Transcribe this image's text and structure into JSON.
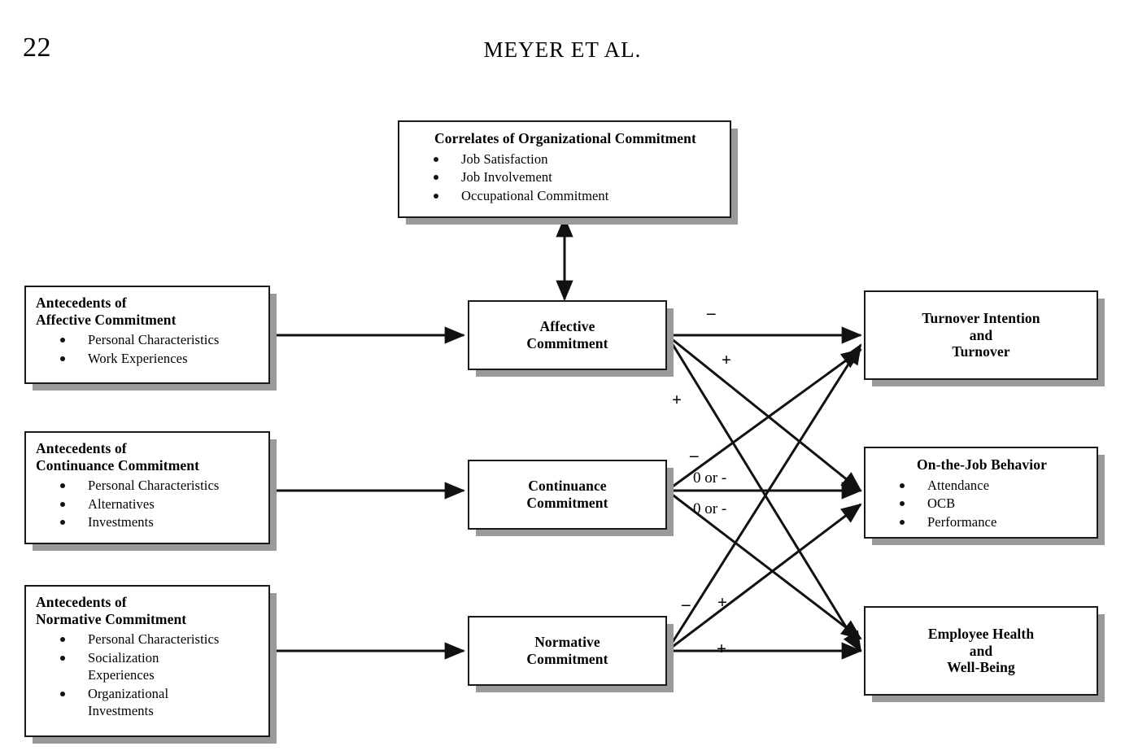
{
  "page": {
    "folio": "22",
    "running_head": "MEYER ET AL."
  },
  "diagram": {
    "correlates": {
      "title": "Correlates of Organizational Commitment",
      "items": [
        "Job Satisfaction",
        "Job Involvement",
        "Occupational Commitment"
      ]
    },
    "antecedents": [
      {
        "title": "Antecedents of\nAffective Commitment",
        "items": [
          "Personal Characteristics",
          "Work Experiences"
        ]
      },
      {
        "title": "Antecedents of\nContinuance Commitment",
        "items": [
          "Personal Characteristics",
          "Alternatives",
          "Investments"
        ]
      },
      {
        "title": "Antecedents of\nNormative Commitment",
        "items": [
          "Personal Characteristics",
          "Socialization\nExperiences",
          "Organizational\nInvestments"
        ]
      }
    ],
    "commitments": [
      {
        "title": "Affective\nCommitment"
      },
      {
        "title": "Continuance\nCommitment"
      },
      {
        "title": "Normative\nCommitment"
      }
    ],
    "outcomes": [
      {
        "title": "Turnover Intention\nand\nTurnover",
        "items": []
      },
      {
        "title": "On-the-Job Behavior",
        "items": [
          "Attendance",
          "OCB",
          "Performance"
        ]
      },
      {
        "title": "Employee Health\nand\nWell-Being",
        "items": []
      }
    ],
    "edge_labels": {
      "affective_turnover": "–",
      "affective_behavior": "+",
      "affective_health": "+",
      "continuance_turnover": "–",
      "continuance_behavior": "0 or -",
      "continuance_health": "0 or -",
      "normative_turnover": "–",
      "normative_behavior": "+",
      "normative_health": "+"
    },
    "colors": {
      "line": "#111111",
      "box_border": "#1a1a1a",
      "shadow": "#9a9a9a",
      "background": "#ffffff"
    }
  }
}
